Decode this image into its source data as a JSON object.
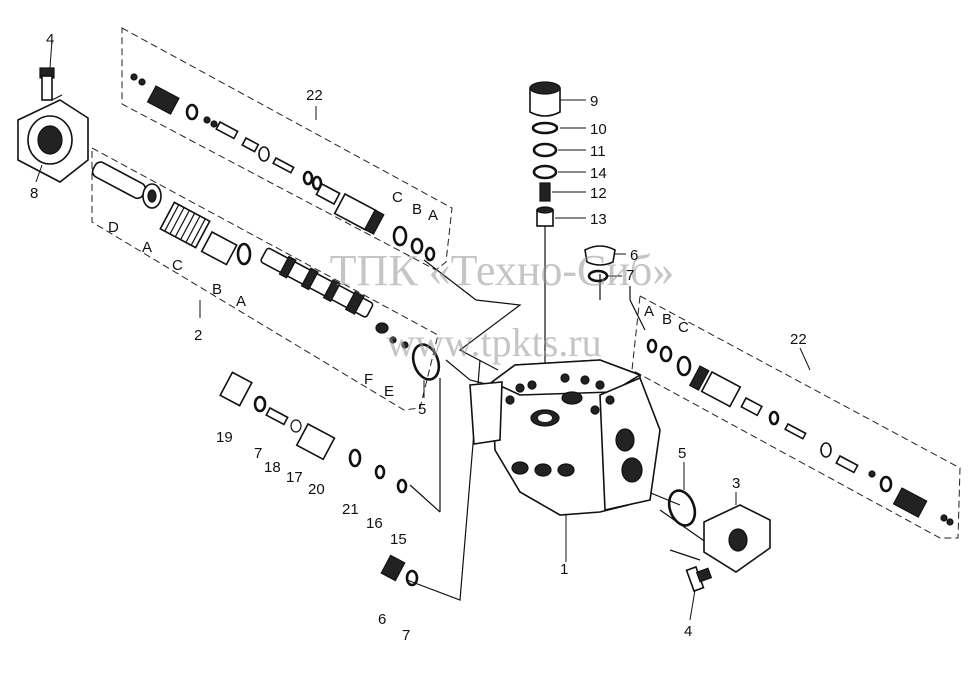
{
  "watermark": {
    "line1": "ТПК «Техно-Сиб»",
    "line2": "www.tpkts.ru"
  },
  "callouts": {
    "c1": "1",
    "c2": "2",
    "c3": "3",
    "c4a": "4",
    "c4b": "4",
    "c5a": "5",
    "c5b": "5",
    "c6a": "6",
    "c6b": "6",
    "c7a": "7",
    "c7b": "7",
    "c7c": "7",
    "c8": "8",
    "c9": "9",
    "c10": "10",
    "c11": "11",
    "c12": "12",
    "c13": "13",
    "c14": "14",
    "c15": "15",
    "c16": "16",
    "c17": "17",
    "c18": "18",
    "c19": "19",
    "c20": "20",
    "c21": "21",
    "c22a": "22",
    "c22b": "22",
    "la1": "A",
    "la2": "A",
    "la3": "A",
    "la4": "A",
    "lb1": "B",
    "lb2": "B",
    "lb3": "B",
    "lc1": "C",
    "lc2": "C",
    "lc3": "C",
    "ld": "D",
    "le": "E",
    "lf": "F"
  }
}
